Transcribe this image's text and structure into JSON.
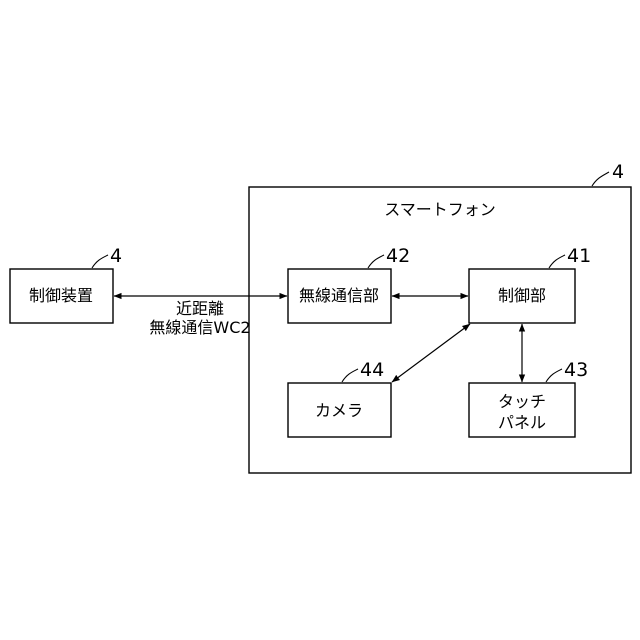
{
  "smartphone": {
    "ref": "4",
    "label": "スマートフォン"
  },
  "control_device": {
    "ref": "4",
    "label": "制御装置"
  },
  "wireless_comm": {
    "ref": "42",
    "label": "無線通信部"
  },
  "controller": {
    "ref": "41",
    "label": "制御部"
  },
  "camera": {
    "ref": "44",
    "label": "カメラ"
  },
  "touch_panel": {
    "ref": "43",
    "label_line1": "タッチ",
    "label_line2": "パネル"
  },
  "link": {
    "line1": "近距離",
    "line2": "無線通信WC2"
  }
}
